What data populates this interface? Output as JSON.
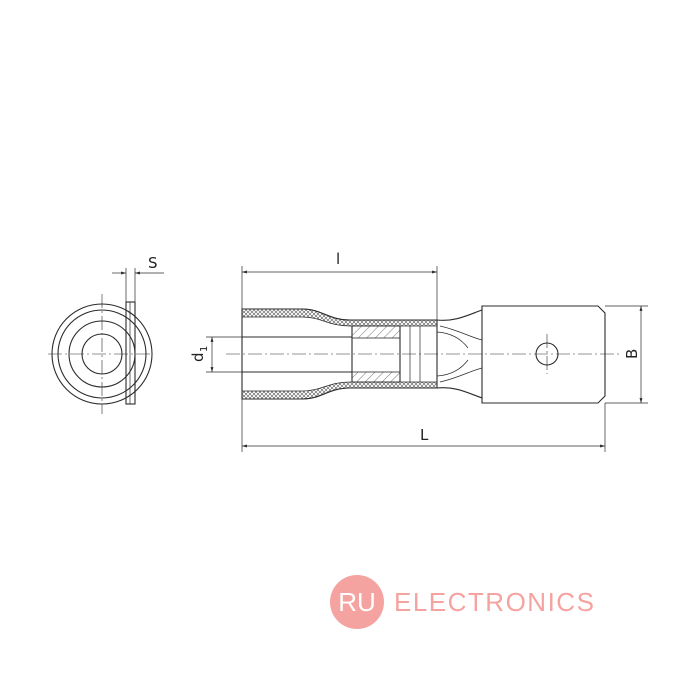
{
  "dimensions": {
    "s": "S",
    "l_small": "l",
    "d1_main": "d",
    "d1_sub": "1",
    "b": "B",
    "l_big": "L"
  },
  "logo": {
    "badge": "RU",
    "name": "ELECTRONICS"
  },
  "colors": {
    "line": "#2b2b2b",
    "logo_circle": "#f5a3a0",
    "logo_text": "#f5a3a0"
  }
}
